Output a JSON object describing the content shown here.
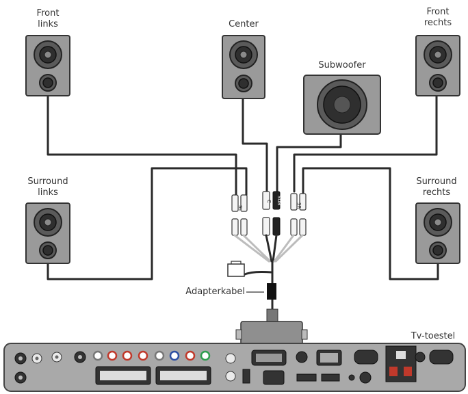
{
  "labels": {
    "front_left": [
      "Front",
      "links"
    ],
    "center": "Center",
    "front_right": [
      "Front",
      "rechts"
    ],
    "subwoofer": "Subwoofer",
    "surround_left": [
      "Surround",
      "links"
    ],
    "surround_right": [
      "Surround",
      "rechts"
    ],
    "adapter": "Adapterkabel",
    "tv": "Tv-toestel"
  },
  "plug_labels": {
    "sl": "SL",
    "c": "C",
    "sub": "SUB",
    "sr": "SR"
  },
  "colors": {
    "rca_red": "#c0392b",
    "rca_green": "#2e9e4f",
    "rca_blue": "#2c4fa3",
    "rca_yellow": "#d4b21f"
  }
}
